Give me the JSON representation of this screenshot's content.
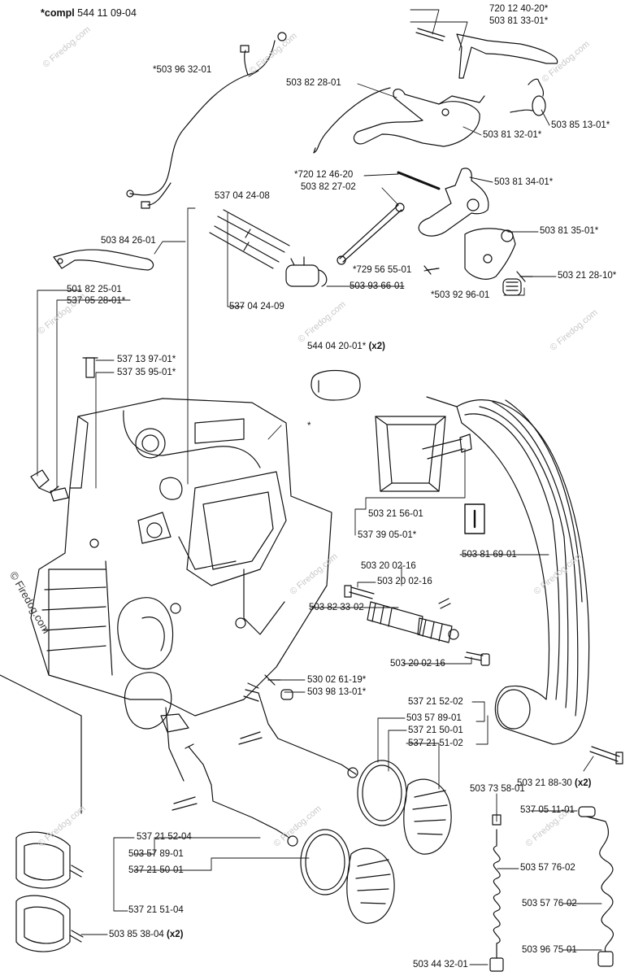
{
  "header": {
    "prefix": "*compl",
    "number": "544 11 09-04"
  },
  "watermark": {
    "small": "© Firedog.com",
    "main": "© Firedog.com"
  },
  "parts": [
    {
      "text": "720 12 40-20*"
    },
    {
      "text": "503 81 33-01*"
    },
    {
      "text": "*503 96 32-01"
    },
    {
      "text": "503 82 28-01"
    },
    {
      "text": "503 85 13-01*"
    },
    {
      "text": "503 81 32-01*"
    },
    {
      "text": "*720 12 46-20"
    },
    {
      "text": "503 82 27-02"
    },
    {
      "text": "503 81 34-01*"
    },
    {
      "text": "537 04 24-08"
    },
    {
      "text": "503 84 26-01"
    },
    {
      "text": "503 81 35-01*"
    },
    {
      "text": "*729 56 55-01"
    },
    {
      "text": "503 21 28-10*"
    },
    {
      "text": "503 93 66-01"
    },
    {
      "text": "501 82 25-01"
    },
    {
      "text": "537 05 28-01*"
    },
    {
      "text": "537 04 24-09"
    },
    {
      "text": "*503 92 96-01"
    },
    {
      "text": "544 04 20-01*",
      "suffix": "(x2)"
    },
    {
      "text": "537 13 97-01*"
    },
    {
      "text": "537 35 95-01*"
    },
    {
      "text": "*"
    },
    {
      "text": "503 21 56-01"
    },
    {
      "text": "537 39 05-01*"
    },
    {
      "text": "503 81 69-01"
    },
    {
      "text": "503 20 02-16"
    },
    {
      "text": "503 20 02-16"
    },
    {
      "text": "503 82 33-02"
    },
    {
      "text": "503 20 02-16"
    },
    {
      "text": "530 02 61-19*"
    },
    {
      "text": "503 98 13-01*"
    },
    {
      "text": "537 21 52-02"
    },
    {
      "text": "503 57 89-01"
    },
    {
      "text": "537 21 50-01"
    },
    {
      "text": "537 21 51-02"
    },
    {
      "text": "503 21 88-30",
      "suffix": "(x2)"
    },
    {
      "text": "503 73 58-01"
    },
    {
      "text": "537 05 11-01"
    },
    {
      "text": "537 21 52-04"
    },
    {
      "text": "503 57 89-01"
    },
    {
      "text": "537 21 50-01"
    },
    {
      "text": "503 57 76-02"
    },
    {
      "text": "503 57 76-02"
    },
    {
      "text": "537 21 51-04"
    },
    {
      "text": "503 85 38-04",
      "suffix": "(x2)"
    },
    {
      "text": "503 44 32-01"
    },
    {
      "text": "503 96 75-01"
    }
  ]
}
